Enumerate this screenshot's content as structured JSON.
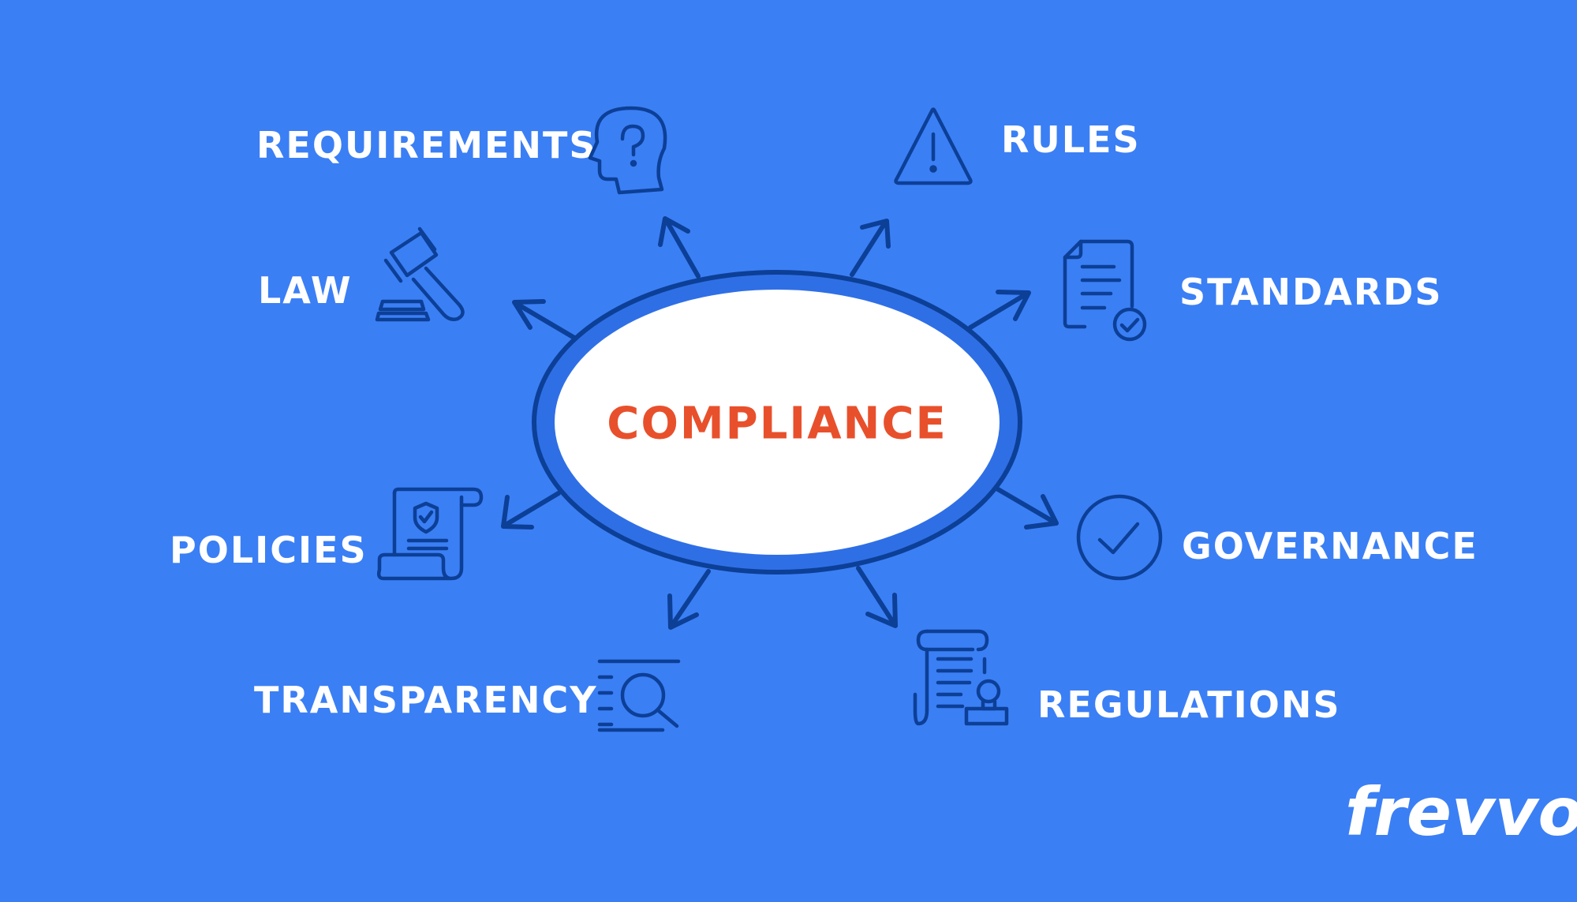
{
  "center": {
    "label": "COMPLIANCE"
  },
  "nodes": [
    {
      "id": "requirements",
      "label": "REQUIREMENTS",
      "icon": "head-question-icon"
    },
    {
      "id": "rules",
      "label": "RULES",
      "icon": "warning-triangle-icon"
    },
    {
      "id": "law",
      "label": "LAW",
      "icon": "gavel-icon"
    },
    {
      "id": "standards",
      "label": "STANDARDS",
      "icon": "document-check-icon"
    },
    {
      "id": "policies",
      "label": "POLICIES",
      "icon": "scroll-shield-icon"
    },
    {
      "id": "governance",
      "label": "GOVERNANCE",
      "icon": "circle-check-icon"
    },
    {
      "id": "transparency",
      "label": "TRANSPARENCY",
      "icon": "list-search-icon"
    },
    {
      "id": "regulations",
      "label": "REGULATIONS",
      "icon": "scroll-stamp-icon"
    }
  ],
  "brand": {
    "logo_text": "frevvo"
  },
  "colors": {
    "background": "#3b7ff5",
    "ellipse_ring": "#2f6fe6",
    "outline": "#0c3f96",
    "center_fill": "#ffffff",
    "center_text": "#e8502c",
    "label_text": "#ffffff"
  }
}
